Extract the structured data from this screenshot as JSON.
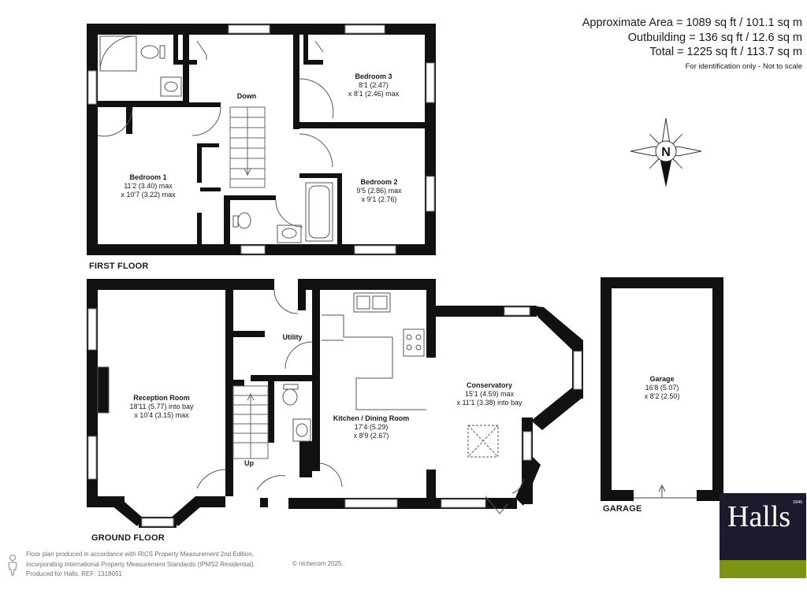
{
  "area_summary": {
    "approximate_area": "Approximate Area = 1089 sq ft / 101.1 sq m",
    "outbuilding": "Outbuilding = 136 sq ft / 12.6 sq m",
    "total": "Total = 1225 sq ft / 113.7 sq m",
    "note": "For identification only - Not to scale"
  },
  "compass": {
    "letter": "N"
  },
  "floors": {
    "first": "FIRST FLOOR",
    "ground": "GROUND FLOOR",
    "garage": "GARAGE"
  },
  "rooms": {
    "bedroom1": {
      "name": "Bedroom 1",
      "dim1": "11'2 (3.40) max",
      "dim2": "x 10'7 (3.22) max"
    },
    "bedroom2": {
      "name": "Bedroom 2",
      "dim1": "9'5 (2.86) max",
      "dim2": "x 9'1 (2.76)"
    },
    "bedroom3": {
      "name": "Bedroom 3",
      "dim1": "8'1 (2.47)",
      "dim2": "x 8'1 (2.46) max"
    },
    "reception": {
      "name": "Reception Room",
      "dim1": "18'11 (5.77) into bay",
      "dim2": "x 10'4 (3.15) max"
    },
    "kitchen": {
      "name": "Kitchen / Dining Room",
      "dim1": "17'4 (5.29)",
      "dim2": "x 8'9 (2.67)"
    },
    "conservatory": {
      "name": "Conservatory",
      "dim1": "15'1 (4.59) max",
      "dim2": "x 11'1 (3.38) into bay"
    },
    "garage": {
      "name": "Garage",
      "dim1": "16'8 (5.07)",
      "dim2": "x 8'2 (2.50)"
    }
  },
  "labels": {
    "down": "Down",
    "up": "Up",
    "utility": "Utility"
  },
  "footer": {
    "line1": "Floor plan produced in accordance with RICS Property Measurement 2nd Edition,",
    "line2": "Incorporating International Property Measurement Standards (IPMS2 Residential).",
    "copyright": "© nichecom 2025.",
    "line3": "Produced for Halls.   REF: 1318051"
  },
  "brand": {
    "name": "Halls",
    "year": "1845",
    "background": "#1c1b2e",
    "accent": "#7b9414"
  }
}
